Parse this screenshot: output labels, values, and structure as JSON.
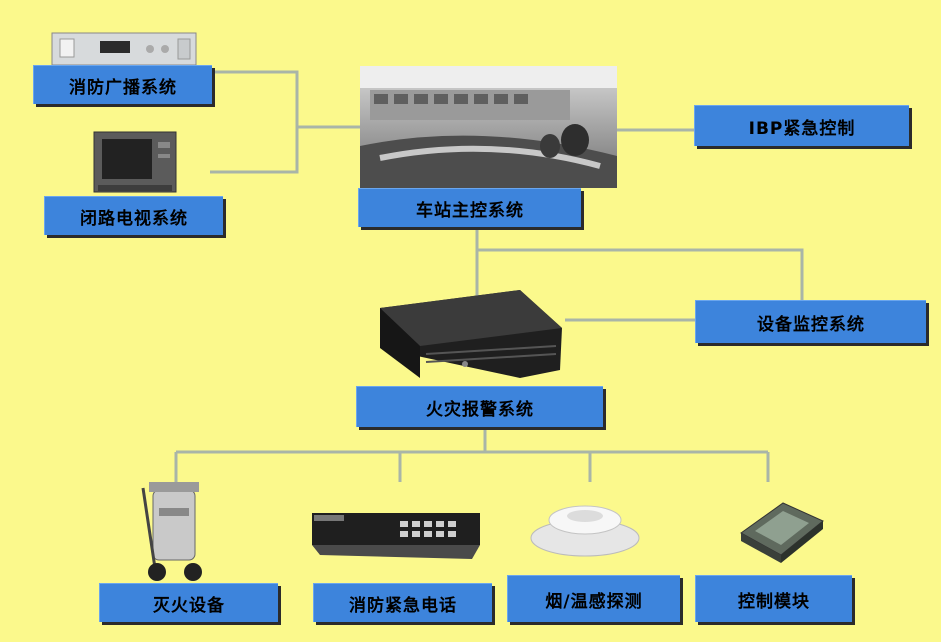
{
  "nodes": {
    "broadcast": "消防广播系统",
    "cctv": "闭路电视系统",
    "station_master": "车站主控系统",
    "ibp": "IBP紧急控制",
    "equipment_monitor": "设备监控系统",
    "fire_alarm": "火灾报警系统",
    "extinguisher": "灭火设备",
    "emergency_phone": "消防紧急电话",
    "smoke_temp": "烟/温感探测",
    "control_module": "控制模块"
  },
  "colors": {
    "background": "#fbf98c",
    "box_fill": "#3d84dc",
    "connector": "#a9b5a8"
  },
  "icons": [
    "broadcast-amplifier-image",
    "crt-monitor-image",
    "control-room-photo",
    "rack-server-image",
    "fire-extinguisher-cart-image",
    "emergency-phone-panel-image",
    "smoke-detector-image",
    "control-module-image"
  ]
}
